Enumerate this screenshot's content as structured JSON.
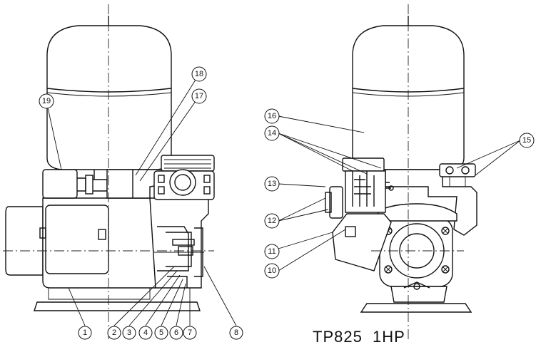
{
  "model_label": "TP825  1HP",
  "callouts": {
    "c1": "1",
    "c2": "2",
    "c3": "3",
    "c4": "4",
    "c5": "5",
    "c6": "6",
    "c7": "7",
    "c8": "8",
    "c10": "10",
    "c11": "11",
    "c12": "12",
    "c13": "13",
    "c14": "14",
    "c15": "15",
    "c16": "16",
    "c17": "17",
    "c18": "18",
    "c19": "19"
  }
}
